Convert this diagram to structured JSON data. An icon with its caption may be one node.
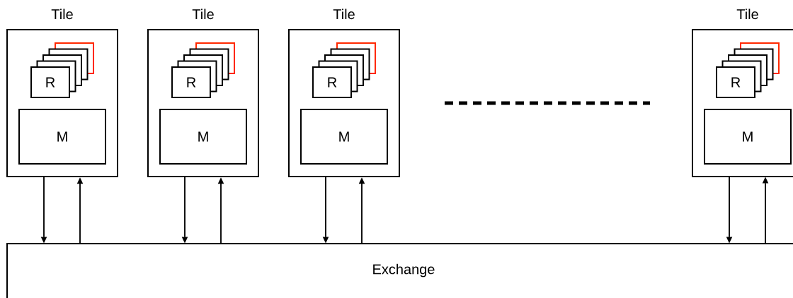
{
  "diagram": {
    "nodes": [
      {
        "text": [
          "Tile"
        ]
      },
      {
        "text": [
          "R"
        ],
        "in": 0
      },
      {
        "text": [
          "M"
        ],
        "in": 0
      },
      {
        "text": [
          "Tile"
        ]
      },
      {
        "text": [
          "R"
        ],
        "in": 3
      },
      {
        "text": [
          "M"
        ],
        "in": 3
      },
      {
        "text": [
          "Tile"
        ]
      },
      {
        "text": [
          "R"
        ],
        "in": 6
      },
      {
        "text": [
          "M"
        ],
        "in": 6
      },
      {
        "text": [
          "Tile"
        ]
      },
      {
        "text": [
          "R"
        ],
        "in": 9
      },
      {
        "text": [
          "M"
        ],
        "in": 9
      },
      {
        "text": [
          "Exchange"
        ]
      }
    ],
    "edges": [
      {
        "from": 0,
        "to": 12,
        "arrow": "to"
      },
      {
        "from": 12,
        "to": 0,
        "arrow": "to"
      },
      {
        "from": 3,
        "to": 12,
        "arrow": "to"
      },
      {
        "from": 12,
        "to": 3,
        "arrow": "to"
      },
      {
        "from": 6,
        "to": 12,
        "arrow": "to"
      },
      {
        "from": 12,
        "to": 6,
        "arrow": "to"
      },
      {
        "from": 9,
        "to": 12,
        "arrow": "to"
      },
      {
        "from": 12,
        "to": 9,
        "arrow": "to"
      }
    ]
  }
}
